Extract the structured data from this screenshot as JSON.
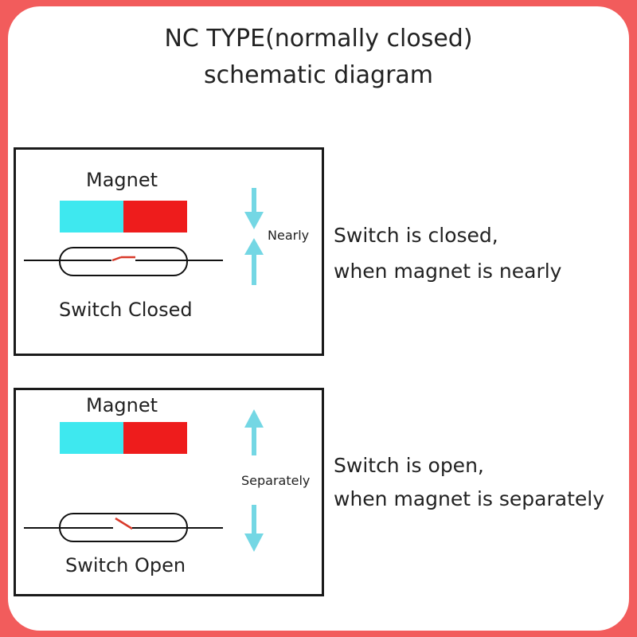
{
  "title": {
    "line1": "NC TYPE(normally closed)",
    "line2": "schematic diagram"
  },
  "colors": {
    "border": "#f25c5c",
    "magnet_north": "#3ee8ef",
    "magnet_south": "#ee1c1c",
    "arrow": "#74d7e4",
    "contact": "#d83a2a"
  },
  "panels": [
    {
      "magnet_label": "Magnet",
      "arrow_label": "Nearly",
      "switch_label": "Switch Closed",
      "description_line1": "Switch is closed,",
      "description_line2": "when magnet is nearly"
    },
    {
      "magnet_label": "Magnet",
      "arrow_label": "Separately",
      "switch_label": "Switch Open",
      "description_line1": "Switch is open,",
      "description_line2": "when magnet is separately"
    }
  ]
}
